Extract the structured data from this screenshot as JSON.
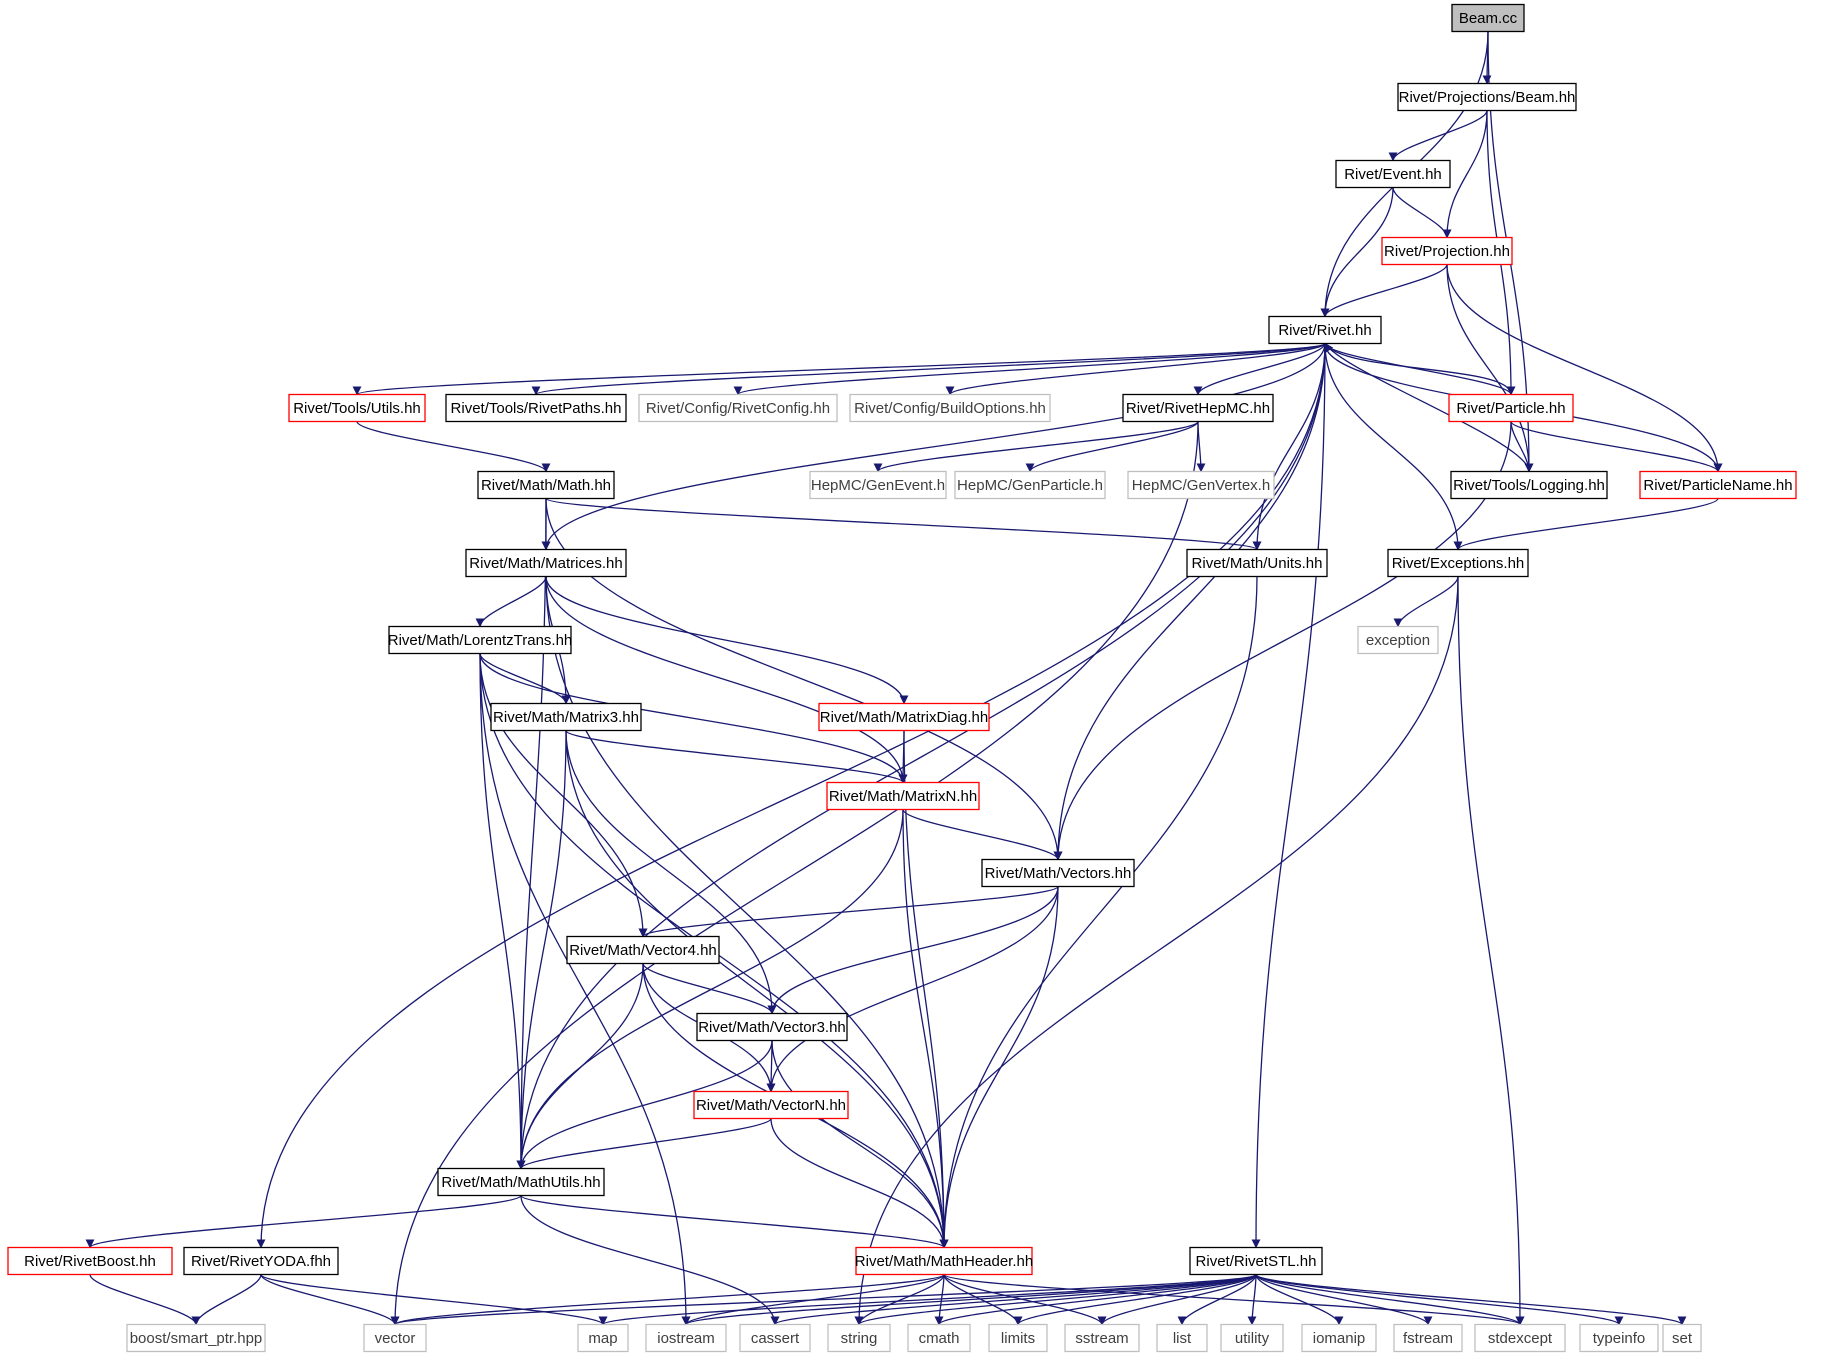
{
  "colors": {
    "edge": "#191970",
    "border_black": "#000000",
    "border_red": "#ff0000",
    "border_gray": "#bfbfbf",
    "root_fill": "#bfbfbf",
    "text_normal": "#000000",
    "text_gray": "#404040"
  },
  "nodes": {
    "beam_cc": {
      "label": "Beam.cc",
      "style": "root"
    },
    "projections_beam": {
      "label": "Rivet/Projections/Beam.hh",
      "style": "black"
    },
    "event": {
      "label": "Rivet/Event.hh",
      "style": "black"
    },
    "projection": {
      "label": "Rivet/Projection.hh",
      "style": "red"
    },
    "rivet": {
      "label": "Rivet/Rivet.hh",
      "style": "black"
    },
    "tools_utils": {
      "label": "Rivet/Tools/Utils.hh",
      "style": "red"
    },
    "tools_rivetpaths": {
      "label": "Rivet/Tools/RivetPaths.hh",
      "style": "black"
    },
    "config_rivetconfig": {
      "label": "Rivet/Config/RivetConfig.hh",
      "style": "gray"
    },
    "config_buildoptions": {
      "label": "Rivet/Config/BuildOptions.hh",
      "style": "gray"
    },
    "rivethepmc": {
      "label": "Rivet/RivetHepMC.hh",
      "style": "black"
    },
    "particle": {
      "label": "Rivet/Particle.hh",
      "style": "red"
    },
    "hepmc_genevent": {
      "label": "HepMC/GenEvent.h",
      "style": "gray"
    },
    "hepmc_genparticle": {
      "label": "HepMC/GenParticle.h",
      "style": "gray"
    },
    "hepmc_genvertex": {
      "label": "HepMC/GenVertex.h",
      "style": "gray"
    },
    "tools_logging": {
      "label": "Rivet/Tools/Logging.hh",
      "style": "black"
    },
    "particlename": {
      "label": "Rivet/ParticleName.hh",
      "style": "red"
    },
    "math_math": {
      "label": "Rivet/Math/Math.hh",
      "style": "black"
    },
    "math_matrices": {
      "label": "Rivet/Math/Matrices.hh",
      "style": "black"
    },
    "math_units": {
      "label": "Rivet/Math/Units.hh",
      "style": "black"
    },
    "exceptions": {
      "label": "Rivet/Exceptions.hh",
      "style": "black"
    },
    "exception": {
      "label": "exception",
      "style": "gray"
    },
    "math_lorentztrans": {
      "label": "Rivet/Math/LorentzTrans.hh",
      "style": "black"
    },
    "math_matrix3": {
      "label": "Rivet/Math/Matrix3.hh",
      "style": "black"
    },
    "math_matrixdiag": {
      "label": "Rivet/Math/MatrixDiag.hh",
      "style": "red"
    },
    "math_matrixn": {
      "label": "Rivet/Math/MatrixN.hh",
      "style": "red"
    },
    "math_vectors": {
      "label": "Rivet/Math/Vectors.hh",
      "style": "black"
    },
    "math_vector4": {
      "label": "Rivet/Math/Vector4.hh",
      "style": "black"
    },
    "math_vector3": {
      "label": "Rivet/Math/Vector3.hh",
      "style": "black"
    },
    "math_vectorn": {
      "label": "Rivet/Math/VectorN.hh",
      "style": "red"
    },
    "math_mathutils": {
      "label": "Rivet/Math/MathUtils.hh",
      "style": "black"
    },
    "rivetboost": {
      "label": "Rivet/RivetBoost.hh",
      "style": "red"
    },
    "rivetyoda": {
      "label": "Rivet/RivetYODA.fhh",
      "style": "black"
    },
    "math_mathheader": {
      "label": "Rivet/Math/MathHeader.hh",
      "style": "red"
    },
    "rivetstl": {
      "label": "Rivet/RivetSTL.hh",
      "style": "black"
    },
    "boost_smart_ptr": {
      "label": "boost/smart_ptr.hpp",
      "style": "gray"
    },
    "std_vector": {
      "label": "vector",
      "style": "gray"
    },
    "std_map": {
      "label": "map",
      "style": "gray"
    },
    "std_iostream": {
      "label": "iostream",
      "style": "gray"
    },
    "std_cassert": {
      "label": "cassert",
      "style": "gray"
    },
    "std_string": {
      "label": "string",
      "style": "gray"
    },
    "std_cmath": {
      "label": "cmath",
      "style": "gray"
    },
    "std_limits": {
      "label": "limits",
      "style": "gray"
    },
    "std_sstream": {
      "label": "sstream",
      "style": "gray"
    },
    "std_list": {
      "label": "list",
      "style": "gray"
    },
    "std_utility": {
      "label": "utility",
      "style": "gray"
    },
    "std_iomanip": {
      "label": "iomanip",
      "style": "gray"
    },
    "std_fstream": {
      "label": "fstream",
      "style": "gray"
    },
    "std_stdexcept": {
      "label": "stdexcept",
      "style": "gray"
    },
    "std_typeinfo": {
      "label": "typeinfo",
      "style": "gray"
    },
    "std_set": {
      "label": "set",
      "style": "gray"
    }
  },
  "edges": [
    [
      "beam_cc",
      "projections_beam"
    ],
    [
      "beam_cc",
      "rivet"
    ],
    [
      "beam_cc",
      "tools_logging"
    ],
    [
      "projections_beam",
      "event"
    ],
    [
      "projections_beam",
      "projection"
    ],
    [
      "projections_beam",
      "particle"
    ],
    [
      "event",
      "projection"
    ],
    [
      "event",
      "rivet"
    ],
    [
      "projection",
      "rivet"
    ],
    [
      "projection",
      "tools_logging"
    ],
    [
      "projection",
      "particlename"
    ],
    [
      "rivet",
      "tools_utils"
    ],
    [
      "rivet",
      "tools_rivetpaths"
    ],
    [
      "rivet",
      "config_rivetconfig"
    ],
    [
      "rivet",
      "config_buildoptions"
    ],
    [
      "rivet",
      "rivethepmc"
    ],
    [
      "rivet",
      "particle"
    ],
    [
      "rivet",
      "particlename"
    ],
    [
      "rivet",
      "exceptions"
    ],
    [
      "rivet",
      "math_units"
    ],
    [
      "rivet",
      "math_matrices"
    ],
    [
      "rivet",
      "math_vectors"
    ],
    [
      "rivet",
      "math_mathutils"
    ],
    [
      "rivet",
      "rivetyoda"
    ],
    [
      "rivet",
      "rivetstl"
    ],
    [
      "tools_utils",
      "math_math"
    ],
    [
      "rivethepmc",
      "hepmc_genevent"
    ],
    [
      "rivethepmc",
      "hepmc_genparticle"
    ],
    [
      "rivethepmc",
      "hepmc_genvertex"
    ],
    [
      "rivethepmc",
      "std_vector"
    ],
    [
      "particle",
      "rivet"
    ],
    [
      "particle",
      "tools_logging"
    ],
    [
      "particle",
      "particlename"
    ],
    [
      "particle",
      "math_vectors"
    ],
    [
      "tools_logging",
      "rivet"
    ],
    [
      "particlename",
      "exceptions"
    ],
    [
      "math_math",
      "math_matrices"
    ],
    [
      "math_math",
      "math_units"
    ],
    [
      "math_math",
      "math_vectors"
    ],
    [
      "math_math",
      "math_mathutils"
    ],
    [
      "math_units",
      "math_mathheader"
    ],
    [
      "exceptions",
      "exception"
    ],
    [
      "exceptions",
      "std_stdexcept"
    ],
    [
      "exceptions",
      "std_string"
    ],
    [
      "math_matrices",
      "math_lorentztrans"
    ],
    [
      "math_matrices",
      "math_matrix3"
    ],
    [
      "math_matrices",
      "math_matrixdiag"
    ],
    [
      "math_matrices",
      "math_matrixn"
    ],
    [
      "math_matrices",
      "math_mathheader"
    ],
    [
      "math_lorentztrans",
      "math_matrix3"
    ],
    [
      "math_lorentztrans",
      "math_matrixn"
    ],
    [
      "math_lorentztrans",
      "math_vector4"
    ],
    [
      "math_lorentztrans",
      "math_mathutils"
    ],
    [
      "math_lorentztrans",
      "math_mathheader"
    ],
    [
      "math_lorentztrans",
      "std_iostream"
    ],
    [
      "math_matrix3",
      "math_matrixn"
    ],
    [
      "math_matrix3",
      "math_vector3"
    ],
    [
      "math_matrix3",
      "math_mathutils"
    ],
    [
      "math_matrix3",
      "math_mathheader"
    ],
    [
      "math_matrixdiag",
      "math_matrixn"
    ],
    [
      "math_matrixdiag",
      "math_mathheader"
    ],
    [
      "math_matrixn",
      "math_vectors"
    ],
    [
      "math_matrixn",
      "math_mathutils"
    ],
    [
      "math_matrixn",
      "math_mathheader"
    ],
    [
      "math_vectors",
      "math_vector4"
    ],
    [
      "math_vectors",
      "math_vector3"
    ],
    [
      "math_vectors",
      "math_vectorn"
    ],
    [
      "math_vectors",
      "math_mathheader"
    ],
    [
      "math_vector4",
      "math_vector3"
    ],
    [
      "math_vector4",
      "math_vectorn"
    ],
    [
      "math_vector4",
      "math_mathutils"
    ],
    [
      "math_vector4",
      "math_mathheader"
    ],
    [
      "math_vector3",
      "math_vectorn"
    ],
    [
      "math_vector3",
      "math_mathutils"
    ],
    [
      "math_vector3",
      "math_mathheader"
    ],
    [
      "math_vectorn",
      "math_mathutils"
    ],
    [
      "math_vectorn",
      "math_mathheader"
    ],
    [
      "math_mathutils",
      "rivetboost"
    ],
    [
      "math_mathutils",
      "math_mathheader"
    ],
    [
      "math_mathutils",
      "std_cassert"
    ],
    [
      "rivetboost",
      "boost_smart_ptr"
    ],
    [
      "rivetyoda",
      "boost_smart_ptr"
    ],
    [
      "rivetyoda",
      "std_vector"
    ],
    [
      "rivetyoda",
      "std_map"
    ],
    [
      "math_mathheader",
      "std_vector"
    ],
    [
      "math_mathheader",
      "std_iostream"
    ],
    [
      "math_mathheader",
      "std_string"
    ],
    [
      "math_mathheader",
      "std_cmath"
    ],
    [
      "math_mathheader",
      "std_limits"
    ],
    [
      "math_mathheader",
      "std_sstream"
    ],
    [
      "math_mathheader",
      "std_stdexcept"
    ],
    [
      "rivetstl",
      "std_vector"
    ],
    [
      "rivetstl",
      "std_map"
    ],
    [
      "rivetstl",
      "std_iostream"
    ],
    [
      "rivetstl",
      "std_cassert"
    ],
    [
      "rivetstl",
      "std_string"
    ],
    [
      "rivetstl",
      "std_cmath"
    ],
    [
      "rivetstl",
      "std_limits"
    ],
    [
      "rivetstl",
      "std_sstream"
    ],
    [
      "rivetstl",
      "std_list"
    ],
    [
      "rivetstl",
      "std_utility"
    ],
    [
      "rivetstl",
      "std_iomanip"
    ],
    [
      "rivetstl",
      "std_fstream"
    ],
    [
      "rivetstl",
      "std_stdexcept"
    ],
    [
      "rivetstl",
      "std_typeinfo"
    ],
    [
      "rivetstl",
      "std_set"
    ]
  ]
}
